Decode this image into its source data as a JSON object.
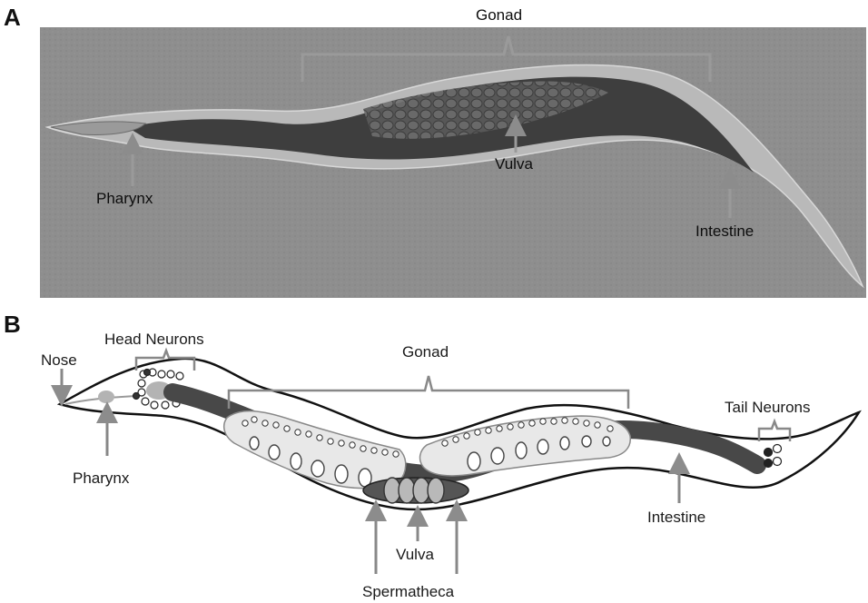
{
  "panel_a": {
    "letter": "A",
    "labels": {
      "gonad": "Gonad",
      "pharynx": "Pharynx",
      "vulva": "Vulva",
      "intestine": "Intestine"
    }
  },
  "panel_b": {
    "letter": "B",
    "labels": {
      "head_neurons": "Head Neurons",
      "nose": "Nose",
      "gonad": "Gonad",
      "tail_neurons": "Tail Neurons",
      "pharynx": "Pharynx",
      "intestine": "Intestine",
      "vulva": "Vulva",
      "spermatheca": "Spermatheca"
    }
  },
  "colors": {
    "micrograph_bg": "#8e8e8e",
    "worm_dark": "#3a3a3a",
    "intestine_fill": "#4a4a4a",
    "gonad_fill": "#e6e6e6",
    "arrow": "#8c8c8c"
  }
}
